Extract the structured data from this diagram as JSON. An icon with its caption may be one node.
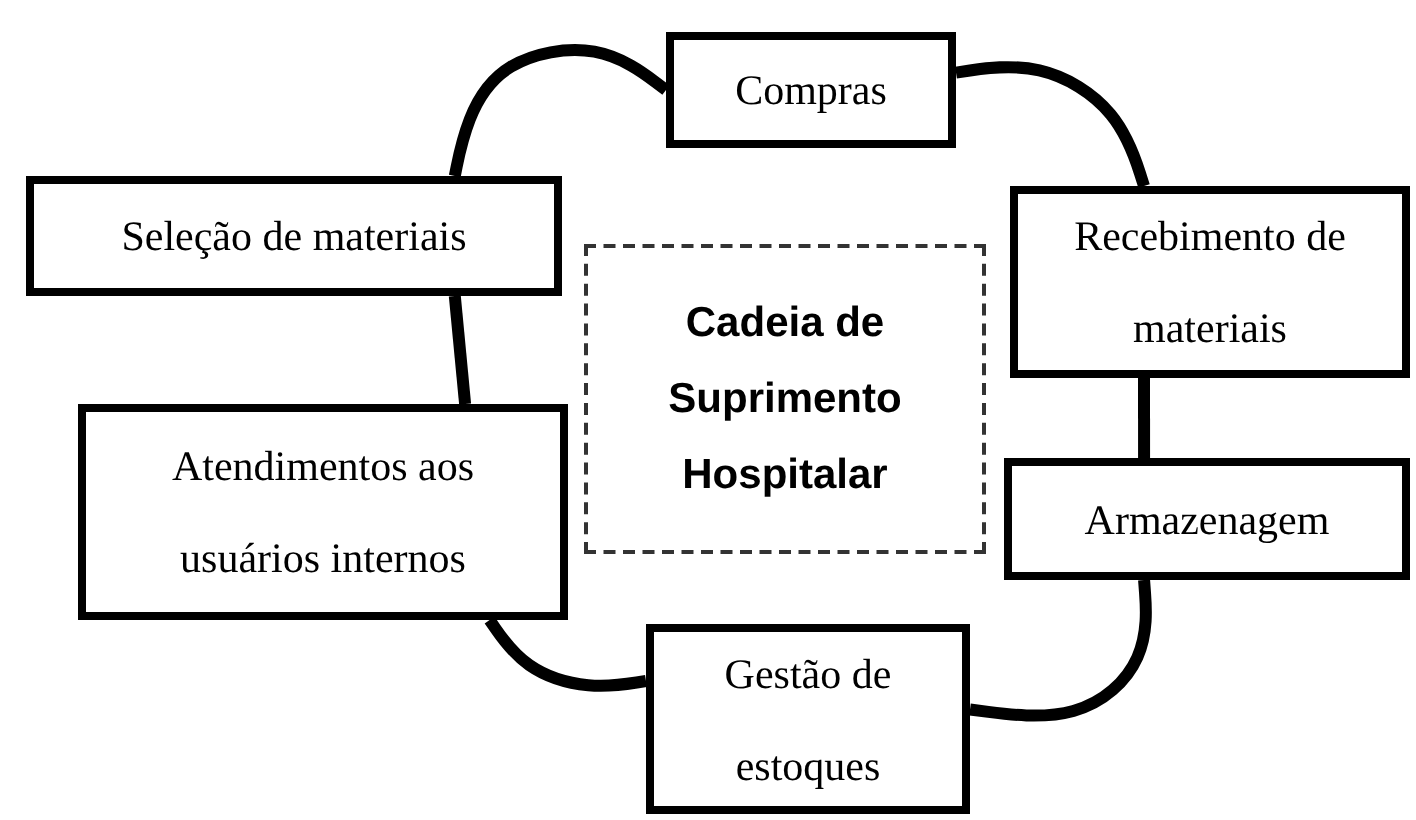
{
  "diagram": {
    "nodes": [
      {
        "text": [
          "Compras"
        ]
      },
      {
        "text": [
          "Seleção de materiais"
        ]
      },
      {
        "text": [
          "Recebimento de materiais"
        ]
      },
      {
        "text": [
          "Cadeia de Suprimento Hospitalar"
        ]
      },
      {
        "text": [
          "Atendimentos aos usuários internos"
        ]
      },
      {
        "text": [
          "Armazenagem"
        ]
      },
      {
        "text": [
          "Gestão de estoques"
        ]
      }
    ],
    "edges": [
      {
        "from": 0,
        "to": 1,
        "arrow": "none"
      },
      {
        "from": 0,
        "to": 2,
        "arrow": "none"
      },
      {
        "from": 1,
        "to": 4,
        "arrow": "none"
      },
      {
        "from": 2,
        "to": 5,
        "arrow": "none"
      },
      {
        "from": 4,
        "to": 6,
        "arrow": "none"
      },
      {
        "from": 5,
        "to": 6,
        "arrow": "none"
      }
    ]
  }
}
